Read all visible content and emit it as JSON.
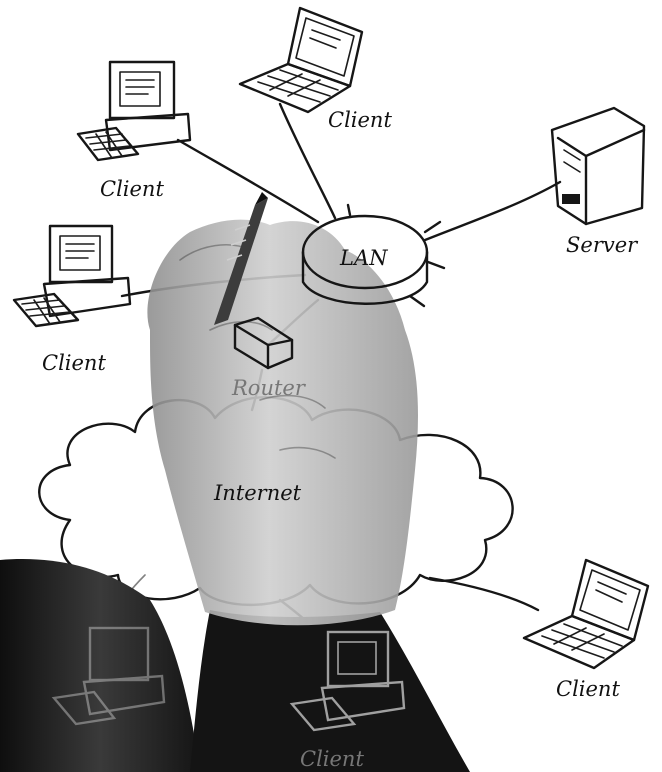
{
  "diagram": {
    "hub_label": "LAN",
    "router_label": "Router",
    "cloud_label": "Internet",
    "server_label": "Server",
    "client_labels": [
      "Client",
      "Client",
      "Client",
      "Client",
      "Client"
    ]
  },
  "colors": {
    "ink": "#161616",
    "skin": "#bdbdbd",
    "sleeve": "#2a2a2a",
    "background": "#ffffff"
  },
  "icons": [
    "desktop-computer-icon",
    "laptop-icon",
    "server-tower-icon",
    "router-icon",
    "cloud-icon",
    "pen-icon"
  ]
}
